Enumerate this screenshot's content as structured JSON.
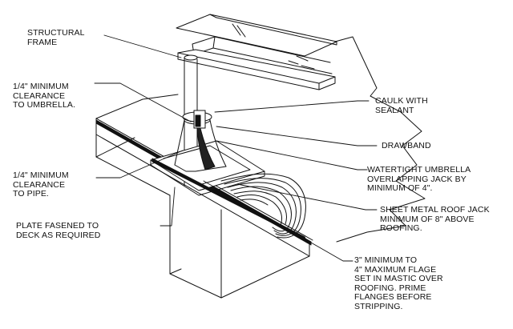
{
  "labels": {
    "structural_frame": [
      "STRUCTURAL",
      "FRAME"
    ],
    "clearance_umbrella": [
      "1/4\" MINIMUM",
      "CLEARANCE",
      "TO UMBRELLA."
    ],
    "caulk": [
      "CAULK WITH",
      "SEALANT"
    ],
    "drawband": [
      "DRAWBAND"
    ],
    "clearance_pipe": [
      "1/4\" MINIMUM",
      "CLEARANCE",
      "TO PIPE."
    ],
    "umbrella": [
      "WATERTIGHT UMBRELLA",
      "OVERLAPPING JACK BY",
      "MINIMUM OF 4\"."
    ],
    "plate": [
      "PLATE FASENED TO",
      "DECK AS REQUIRED"
    ],
    "jack": [
      "SHEET METAL ROOF JACK",
      "MINIMUM OF 8\" ABOVE",
      "ROOFING."
    ],
    "flange": [
      "3\" MINIMUM TO",
      "4\" MAXIMUM FLAGE",
      "SET IN MASTIC OVER",
      "ROOFING. PRIME",
      "FLANGES BEFORE",
      "STRIPPING."
    ]
  },
  "colors": {
    "line": "#111111",
    "background": "#ffffff"
  }
}
